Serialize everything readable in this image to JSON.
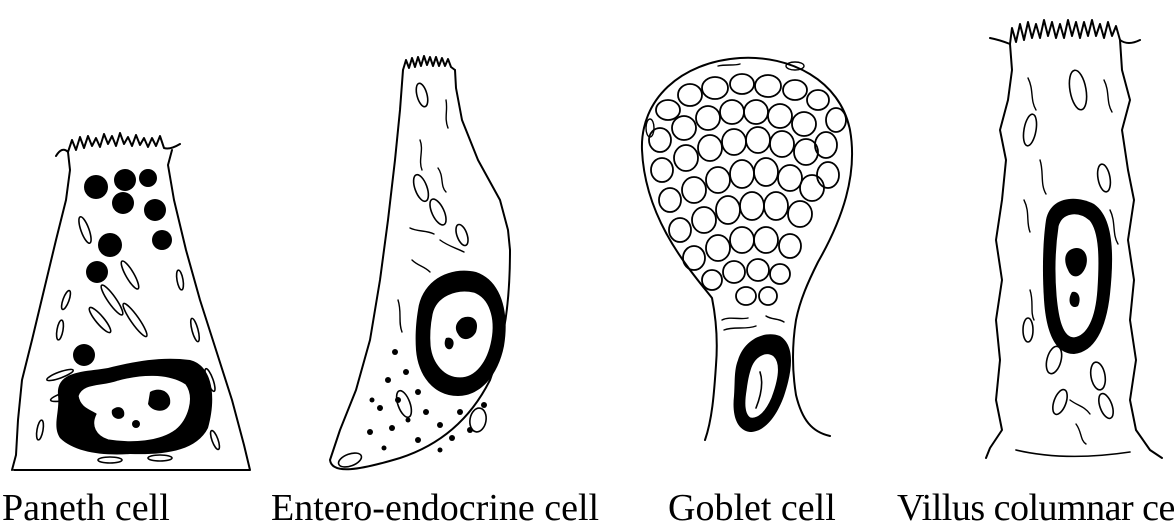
{
  "figure": {
    "cells": [
      {
        "key": "paneth",
        "label": "Paneth cell"
      },
      {
        "key": "entero",
        "label": "Entero-endocrine cell"
      },
      {
        "key": "goblet",
        "label": "Goblet cell"
      },
      {
        "key": "villus",
        "label": "Villus columnar cell"
      }
    ]
  },
  "colors": {
    "ink": "#000000",
    "paper": "#ffffff"
  }
}
